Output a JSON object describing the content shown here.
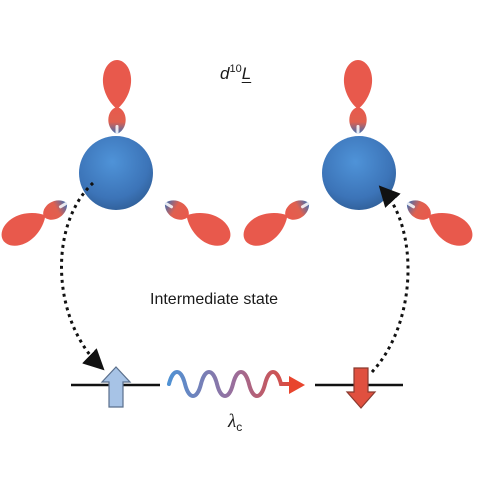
{
  "labels": {
    "configuration_prefix": "d",
    "configuration_exponent": "10",
    "configuration_ligand": "L",
    "intermediate_state": "Intermediate state",
    "wavelength_symbol": "λ",
    "wavelength_subscript": "c"
  },
  "colors": {
    "lobe_red": "#e8594c",
    "metal_blue": "#3f7fc6",
    "up_arrow": "#a7c3e6",
    "down_arrow": "#e0503f",
    "wave_start": "#4f92d4",
    "wave_end": "#e8452e",
    "line": "#111111"
  },
  "icons": {
    "electron_up": "up-spin-arrow-icon",
    "electron_down": "down-spin-arrow-icon",
    "photon": "wavy-photon-arrow-icon"
  }
}
